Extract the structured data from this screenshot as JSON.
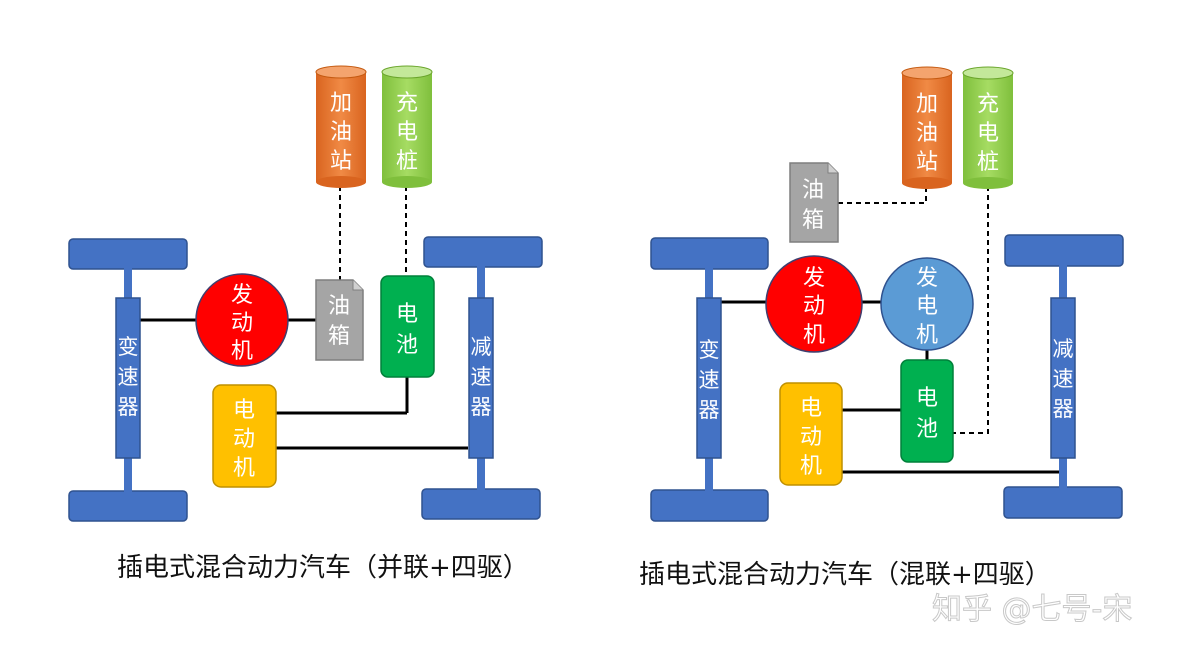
{
  "colors": {
    "wheel": "#4472c4",
    "wheel_border": "#2f528f",
    "engine": "#ff0000",
    "generator": "#5b9bd5",
    "fuel_tank": "#a5a5a5",
    "battery": "#00b050",
    "motor": "#ffc000",
    "gas_station": "#ed7d31",
    "charger": "#92d050",
    "shaft": "#000000"
  },
  "left_diagram": {
    "caption": "插电式混合动力汽车（并联+四驱）",
    "gas_station": [
      "加",
      "油",
      "站"
    ],
    "charger": [
      "充",
      "电",
      "桩"
    ],
    "fuel_tank": [
      "油",
      "箱"
    ],
    "engine": [
      "发",
      "动",
      "机"
    ],
    "battery": [
      "电",
      "池"
    ],
    "motor": [
      "电",
      "动",
      "机"
    ],
    "transmission": [
      "变",
      "速",
      "器"
    ],
    "reducer": [
      "减",
      "速",
      "器"
    ]
  },
  "right_diagram": {
    "caption": "插电式混合动力汽车（混联+四驱）",
    "gas_station": [
      "加",
      "油",
      "站"
    ],
    "charger": [
      "充",
      "电",
      "桩"
    ],
    "fuel_tank": [
      "油",
      "箱"
    ],
    "engine": [
      "发",
      "动",
      "机"
    ],
    "generator": [
      "发",
      "电",
      "机"
    ],
    "battery": [
      "电",
      "池"
    ],
    "motor": [
      "电",
      "动",
      "机"
    ],
    "transmission": [
      "变",
      "速",
      "器"
    ],
    "reducer": [
      "减",
      "速",
      "器"
    ]
  },
  "watermark": "知乎 @七号-宋"
}
